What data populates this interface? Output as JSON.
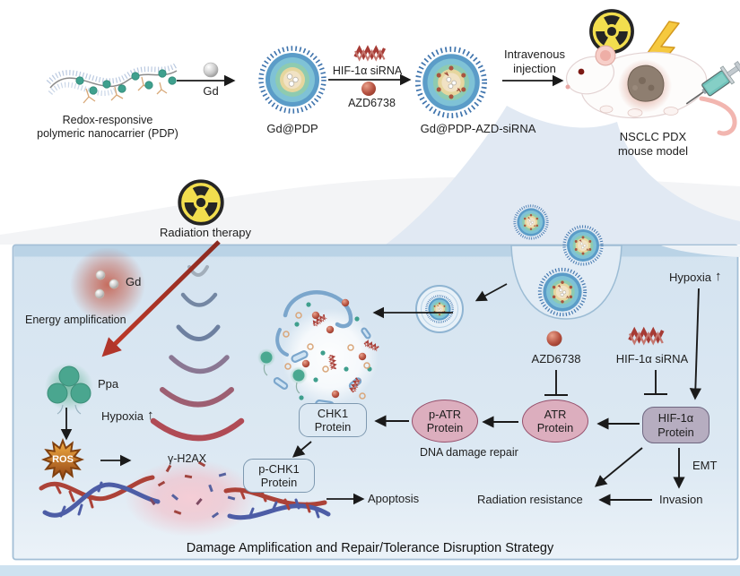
{
  "title": "Damage Amplification and Repair/Tolerance Disruption Strategy",
  "synthesis": {
    "polymer_line1": "Redox-responsive",
    "polymer_line2": "polymeric nanocarrier (PDP)",
    "gd_label": "Gd",
    "np1_label": "Gd@PDP",
    "sirna_label": "HIF-1α siRNA",
    "azd_label": "AZD6738",
    "np2_label": "Gd@PDP-AZD-siRNA",
    "injection_line1": "Intravenous",
    "injection_line2": "injection",
    "mouse_line1": "NSCLC PDX",
    "mouse_line2": "mouse model"
  },
  "cell": {
    "radiation_therapy": "Radiation therapy",
    "gd": "Gd",
    "energy_amplification": "Energy amplification",
    "ppa": "Ppa",
    "hypoxia_left": "Hypoxia",
    "hypoxia_right": "Hypoxia",
    "up_arrow": "↑",
    "ros": "ROS",
    "gamma_h2ax": "γ-H2AX",
    "apoptosis": "Apoptosis",
    "azd": "AZD6738",
    "sirna": "HIF-1α siRNA",
    "dna_damage_repair": "DNA damage repair",
    "radiation_resistance": "Radiation resistance",
    "emt": "EMT",
    "invasion": "Invasion",
    "proteins": {
      "atr_1": "ATR",
      "atr_2": "Protein",
      "p_atr_1": "p-ATR",
      "p_atr_2": "Protein",
      "chk1_1": "CHK1",
      "chk1_2": "Protein",
      "p_chk1_1": "p-CHK1",
      "p_chk1_2": "Protein",
      "hif_1": "HIF-1α",
      "hif_2": "Protein"
    }
  },
  "colors": {
    "accent_red": "#b03a2e",
    "nanoparticle_blue": "#5b9cc8",
    "teal": "#43a18e",
    "radiation_yellow": "#f2de4e",
    "cell_background": "#d8e6f1",
    "membrane": "#bad3e6",
    "pink_protein": "#dcaebe",
    "purple_protein": "#b6adc0",
    "blue_protein": "#dde9f3"
  }
}
